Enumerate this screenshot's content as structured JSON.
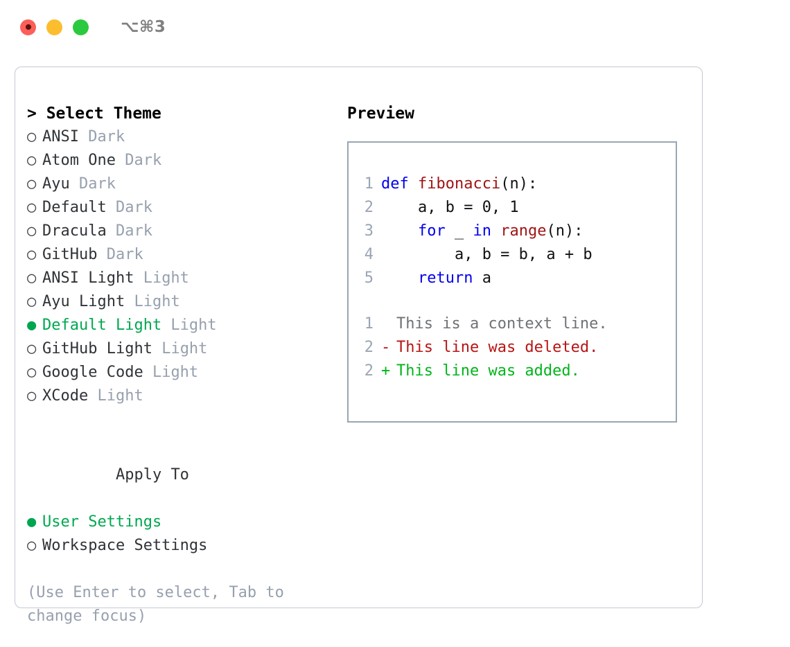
{
  "titlebar": {
    "traffic_lights": [
      "close",
      "minimize",
      "maximize"
    ],
    "shortcut": "⌥⌘3"
  },
  "theme_picker": {
    "heading": "> Select Theme",
    "bullet_selected": "●",
    "bullet_unselected": "○",
    "selected_theme": "Default Light",
    "accent_color": "#00a84f",
    "kind_color": "#97a0ae",
    "items": [
      {
        "name": "ANSI",
        "kind": "Dark",
        "selected": false
      },
      {
        "name": "Atom One",
        "kind": "Dark",
        "selected": false
      },
      {
        "name": "Ayu",
        "kind": "Dark",
        "selected": false
      },
      {
        "name": "Default",
        "kind": "Dark",
        "selected": false
      },
      {
        "name": "Dracula",
        "kind": "Dark",
        "selected": false
      },
      {
        "name": "GitHub",
        "kind": "Dark",
        "selected": false
      },
      {
        "name": "ANSI Light",
        "kind": "Light",
        "selected": false
      },
      {
        "name": "Ayu Light",
        "kind": "Light",
        "selected": false
      },
      {
        "name": "Default Light",
        "kind": "Light",
        "selected": true
      },
      {
        "name": "GitHub Light",
        "kind": "Light",
        "selected": false
      },
      {
        "name": "Google Code",
        "kind": "Light",
        "selected": false
      },
      {
        "name": "XCode",
        "kind": "Light",
        "selected": false
      }
    ]
  },
  "apply_to": {
    "heading": "Apply To",
    "selected_option": "User Settings",
    "options": [
      {
        "label": "User Settings",
        "selected": true
      },
      {
        "label": "Workspace Settings",
        "selected": false
      }
    ]
  },
  "hint": "(Use Enter to select, Tab to change focus)",
  "preview": {
    "title": "Preview",
    "code_lines": [
      {
        "n": "1",
        "tokens": [
          {
            "t": "def ",
            "c": "kw"
          },
          {
            "t": "fibonacci",
            "c": "fn"
          },
          {
            "t": "(n):",
            "c": "plain"
          }
        ]
      },
      {
        "n": "2",
        "tokens": [
          {
            "t": "    a, b = 0, 1",
            "c": "plain"
          }
        ]
      },
      {
        "n": "3",
        "tokens": [
          {
            "t": "    ",
            "c": "plain"
          },
          {
            "t": "for",
            "c": "kw"
          },
          {
            "t": " _ ",
            "c": "plain"
          },
          {
            "t": "in",
            "c": "kw"
          },
          {
            "t": " ",
            "c": "plain"
          },
          {
            "t": "range",
            "c": "fn"
          },
          {
            "t": "(n):",
            "c": "plain"
          }
        ]
      },
      {
        "n": "4",
        "tokens": [
          {
            "t": "        a, b = b, a + b",
            "c": "plain"
          }
        ]
      },
      {
        "n": "5",
        "tokens": [
          {
            "t": "    ",
            "c": "plain"
          },
          {
            "t": "return",
            "c": "kw"
          },
          {
            "t": " a",
            "c": "plain"
          }
        ]
      }
    ],
    "diff_lines": [
      {
        "n": "1",
        "mark": " ",
        "text": "This is a context line.",
        "kind": "d-ctx"
      },
      {
        "n": "2",
        "mark": "-",
        "text": "This line was deleted.",
        "kind": "d-del"
      },
      {
        "n": "2",
        "mark": "+",
        "text": "This line was added.",
        "kind": "d-add"
      }
    ]
  }
}
